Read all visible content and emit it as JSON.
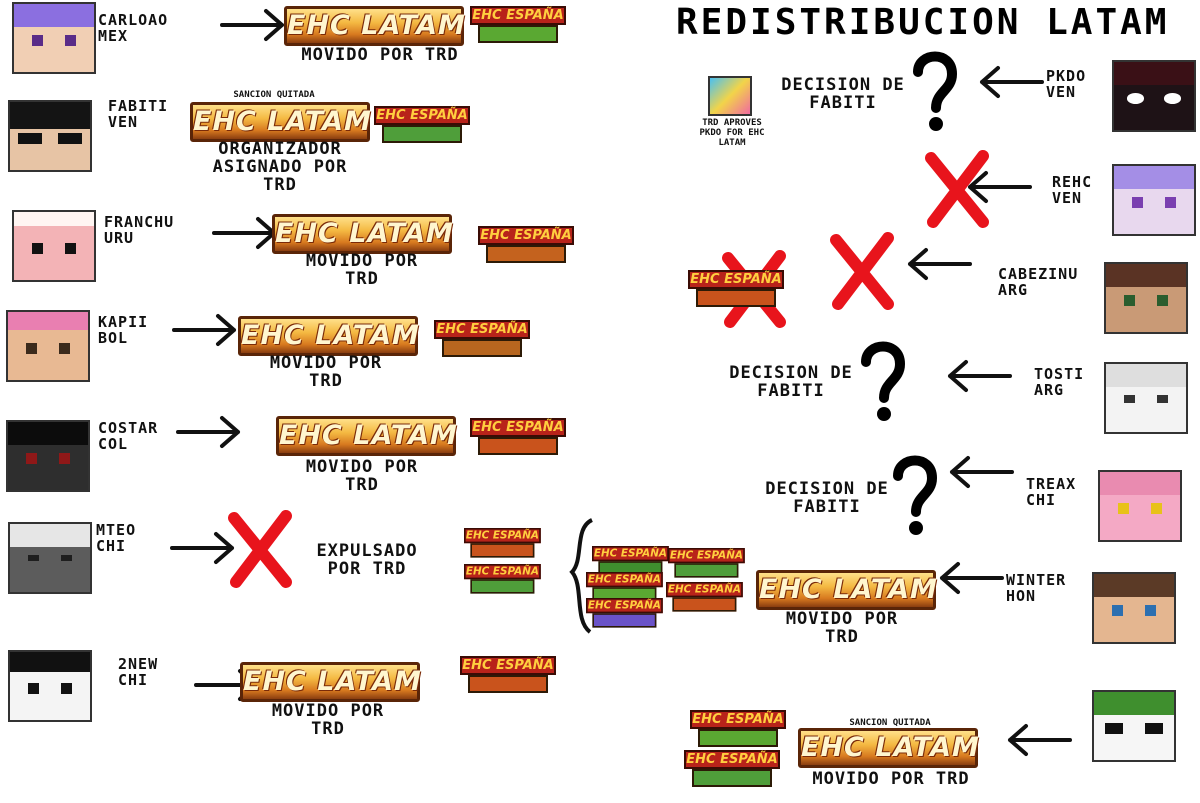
{
  "title": "REDISTRIBUCION LATAM",
  "logos": {
    "latam": "EHC LATAM",
    "espana": "EHC ESPAÑA",
    "sancion": "SANCION QUITADA"
  },
  "left_players": [
    {
      "name": "CARLOAO\nMEX",
      "caption": "MOVIDO POR TRD"
    },
    {
      "name": "FABITI\nVEN",
      "caption": "ORGANIZADOR\nASIGNADO POR\nTRD"
    },
    {
      "name": "FRANCHU\nURU",
      "caption": "MOVIDO POR\nTRD"
    },
    {
      "name": "KAPII\nBOL",
      "caption": "MOVIDO POR\nTRD"
    },
    {
      "name": "COSTAR\nCOL",
      "caption": "MOVIDO POR\nTRD"
    },
    {
      "name": "MTEO\nCHI",
      "caption": "EXPULSADO\nPOR TRD"
    },
    {
      "name": "2NEW\nCHI",
      "caption": "MOVIDO POR\nTRD"
    }
  ],
  "right_players": [
    {
      "name": "PKDO\nVEN",
      "caption": "DECISION DE\nFABITI"
    },
    {
      "name": "REHC\nVEN",
      "caption": ""
    },
    {
      "name": "CABEZINU\nARG",
      "caption": ""
    },
    {
      "name": "TOSTI\nARG",
      "caption": "DECISION DE\nFABITI"
    },
    {
      "name": "TREAX\nCHI",
      "caption": "DECISION DE\nFABITI"
    },
    {
      "name": "WINTER\nHON",
      "caption": "MOVIDO POR\nTRD"
    },
    {
      "name": "",
      "caption": "MOVIDO POR TRD"
    }
  ],
  "note": "TRD APROVES\nPKDO FOR EHC\nLATAM",
  "colors": {
    "cross": "#e8141c",
    "logo_gold": "#f4b942",
    "logo_red": "#b8231a"
  }
}
